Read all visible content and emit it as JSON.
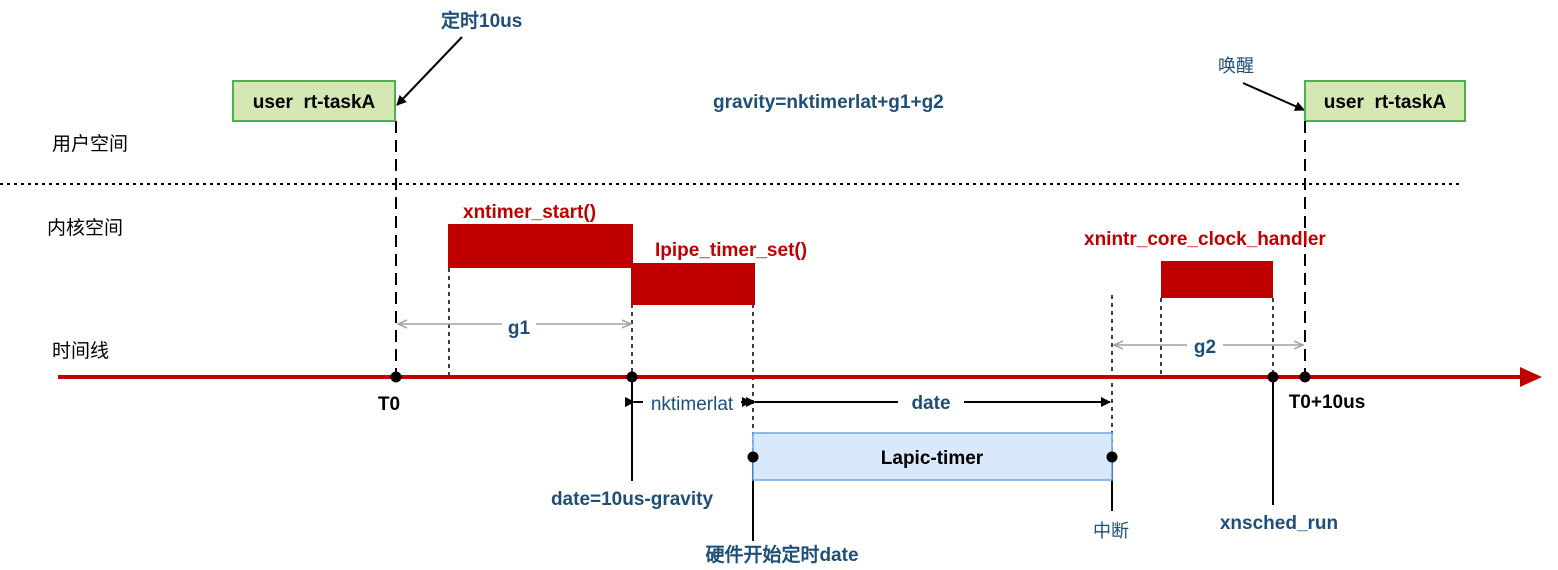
{
  "colors": {
    "timeline": "#c00000",
    "func_block": "#c00000",
    "func_label": "#c00000",
    "label_blue": "#1f4e79",
    "task_fill": "#d5e8b4",
    "task_border": "#4caf50",
    "timer_fill": "#d9e8fb",
    "timer_border": "#6ea6e8",
    "gray_arrow": "#a0a0a0"
  },
  "annotations": {
    "timer_10us": "定时10us",
    "wakeup": "唤醒",
    "gravity_formula": "gravity=nktimerlat+g1+g2"
  },
  "regions": {
    "user_space": "用户空间",
    "kernel_space": "内核空间",
    "timeline": "时间线"
  },
  "tasks": {
    "task_left": "user  rt-taskA",
    "task_right": "user  rt-taskA"
  },
  "functions": {
    "xntimer_start": "xntimer_start()",
    "ipipe_timer_set": "Ipipe_timer_set()",
    "xnintr_handler": "xnintr_core_clock_handler"
  },
  "intervals": {
    "g1": "g1",
    "g2": "g2",
    "nktimerlat": "nktimerlat",
    "date": "date"
  },
  "timeline_marks": {
    "t0": "T0",
    "t0_plus": "T0+10us"
  },
  "lapic": {
    "label": "Lapic-timer"
  },
  "bottom_labels": {
    "date_formula": "date=10us-gravity",
    "hw_start": "硬件开始定时date",
    "interrupt": "中断",
    "xnsched_run": "xnsched_run"
  }
}
